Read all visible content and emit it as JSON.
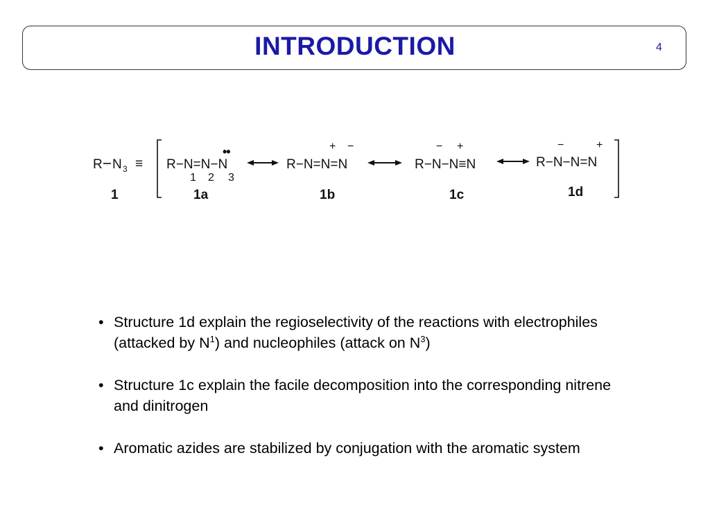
{
  "slide": {
    "title": "INTRODUCTION",
    "page_number": "4"
  },
  "scheme": {
    "left_formula": {
      "R": "R",
      "N": "N",
      "sub": "3",
      "equiv": "≡"
    },
    "structure_1a": {
      "text": "R−N=N−N",
      "numbers": [
        "1",
        "2",
        "3"
      ],
      "lone_pair": "••"
    },
    "structure_1b": {
      "text": "R−N=N=N",
      "charges": [
        "+",
        "−"
      ]
    },
    "structure_1c": {
      "text": "R−N−N≡N",
      "charges": [
        "−",
        "+"
      ]
    },
    "structure_1d": {
      "text": "R−N−N=N",
      "charges": [
        "−",
        "+"
      ]
    },
    "labels": [
      "1",
      "1a",
      "1b",
      "1c",
      "1d"
    ]
  },
  "bullets": [
    {
      "part1": "Structure 1d explain the regioselectivity of the reactions with electrophiles (attacked by N",
      "sup1": "1",
      "part2": ") and nucleophiles (attack on N",
      "sup2": "3",
      "part3": ")"
    },
    {
      "text": "Structure 1c explain the facile decomposition into the corresponding nitrene and dinitrogen"
    },
    {
      "text": "Aromatic azides are stabilized by conjugation with the aromatic system"
    }
  ],
  "bullet_char": "•",
  "colors": {
    "title": "#1a1aa6",
    "border": "#333333"
  }
}
